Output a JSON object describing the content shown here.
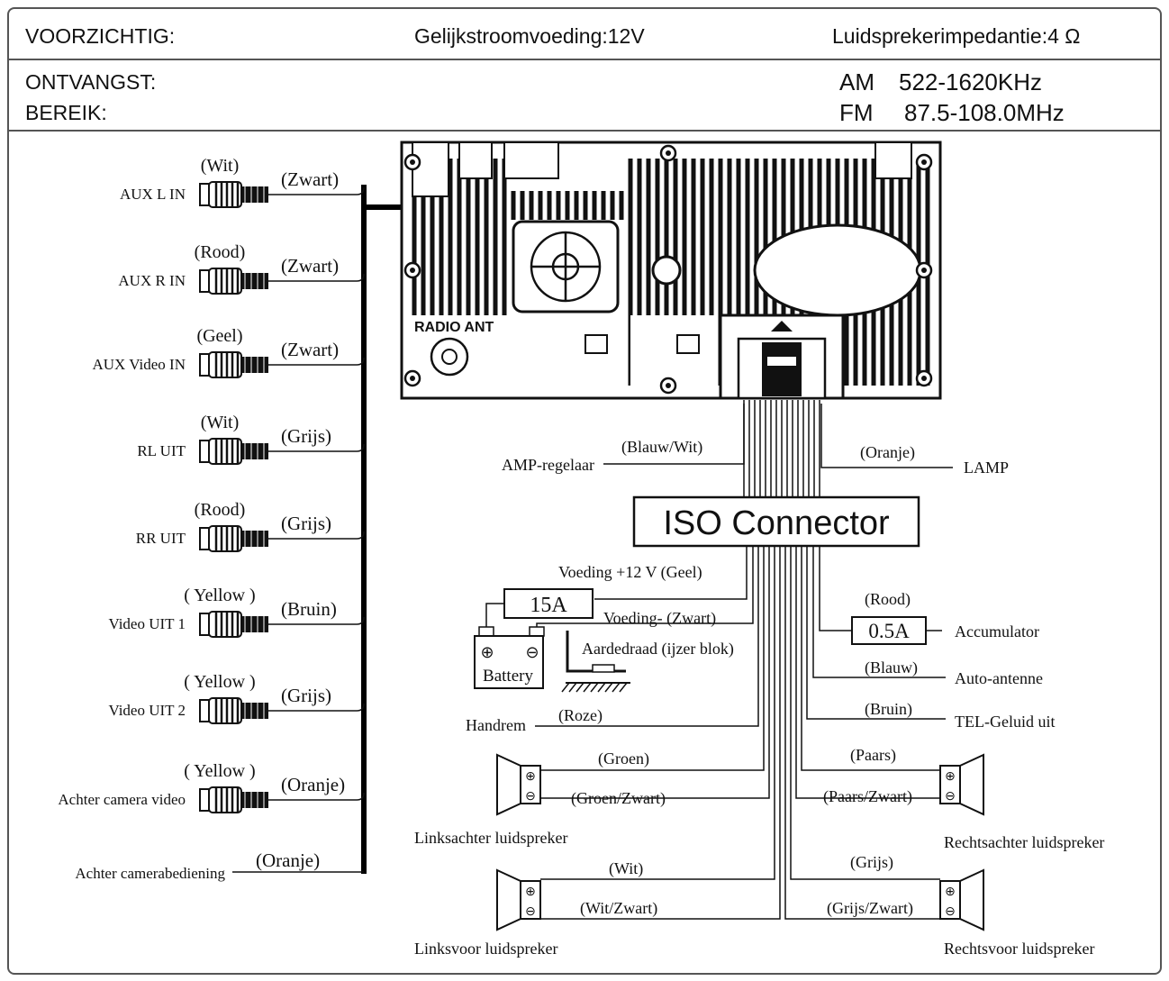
{
  "header": {
    "caution_label": "VOORZICHTIG:",
    "dc_supply": "Gelijkstroomvoeding:12V",
    "speaker_impedance": "Luidsprekerimpedantie:4 Ω"
  },
  "reception": {
    "label_line1": "ONTVANGST:",
    "label_line2": "BEREIK:",
    "am_band": "AM",
    "am_range": "522-1620KHz",
    "fm_band": "FM",
    "fm_range": "87.5-108.0MHz"
  },
  "rca": [
    {
      "label": "AUX  L  IN",
      "plug_color": "(Wit)",
      "wire_color": "(Zwart)"
    },
    {
      "label": "AUX  R  IN",
      "plug_color": "(Rood)",
      "wire_color": "(Zwart)"
    },
    {
      "label": "AUX Video  IN",
      "plug_color": "(Geel)",
      "wire_color": "(Zwart)"
    },
    {
      "label": "RL UIT",
      "plug_color": "(Wit)",
      "wire_color": "(Grijs)"
    },
    {
      "label": "RR UIT",
      "plug_color": "(Rood)",
      "wire_color": "(Grijs)"
    },
    {
      "label": "Video UIT 1",
      "plug_color": "( Yellow )",
      "wire_color": "(Bruin)"
    },
    {
      "label": "Video UIT 2",
      "plug_color": "( Yellow )",
      "wire_color": "(Grijs)"
    },
    {
      "label": "Achter camera video",
      "plug_color": "( Yellow )",
      "wire_color": "(Oranje)"
    }
  ],
  "rear_cam_control": {
    "label": "Achter camerabediening",
    "wire_color": "(Oranje)"
  },
  "unit": {
    "antenna_label": "RADIO ANT"
  },
  "iso": {
    "title": "ISO Connector",
    "amp": {
      "label": "AMP-regelaar",
      "wire": "(Blauw/Wit)"
    },
    "lamp": {
      "label": "LAMP",
      "wire": "(Oranje)"
    },
    "power_plus": "Voeding +12 V (Geel)",
    "power_minus": "Voeding- (Zwart)",
    "fuse_main": "15A",
    "battery": "Battery",
    "ground": "Aardedraad (ijzer blok)",
    "accumulator": {
      "label": "Accumulator",
      "wire": "(Rood)",
      "fuse": "0.5A"
    },
    "auto_antenna": {
      "label": "Auto-antenne",
      "wire": "(Blauw)"
    },
    "tel": {
      "label": "TEL-Geluid uit",
      "wire": "(Bruin)"
    },
    "handbrake": {
      "label": "Handrem",
      "wire": "(Roze)"
    }
  },
  "speakers": {
    "rear_left": {
      "label": "Linksachter luidspreker",
      "pos_wire": "(Groen)",
      "neg_wire": "(Groen/Zwart)"
    },
    "rear_right": {
      "label": "Rechtsachter luidspreker",
      "pos_wire": "(Paars)",
      "neg_wire": "(Paars/Zwart)"
    },
    "front_left": {
      "label": "Linksvoor luidspreker",
      "pos_wire": "(Wit)",
      "neg_wire": "(Wit/Zwart)"
    },
    "front_right": {
      "label": "Rechtsvoor luidspreker",
      "pos_wire": "(Grijs)",
      "neg_wire": "(Grijs/Zwart)"
    }
  }
}
